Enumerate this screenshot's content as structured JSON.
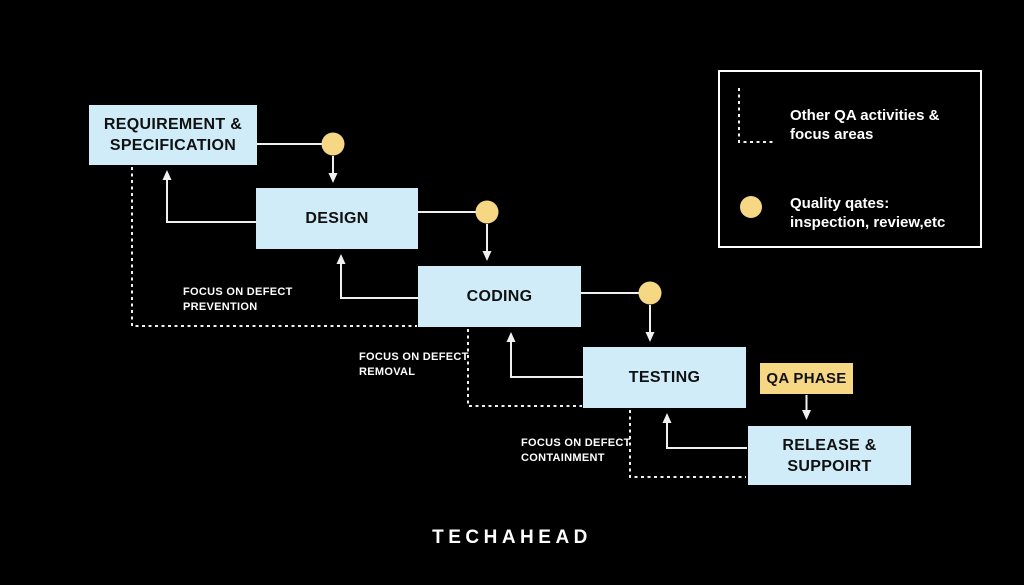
{
  "colors": {
    "background": "#000000",
    "phase_box_fill": "#cfecf8",
    "phase_box_text": "#111111",
    "accent_yellow": "#f6d784",
    "line": "#f0f0f0",
    "label_text": "#ffffff"
  },
  "phases": [
    {
      "id": "requirement",
      "label": "REQUIREMENT &\nSPECIFICATION"
    },
    {
      "id": "design",
      "label": "DESIGN"
    },
    {
      "id": "coding",
      "label": "CODING"
    },
    {
      "id": "testing",
      "label": "TESTING"
    },
    {
      "id": "release",
      "label": "RELEASE &\nSUPPOIRT"
    }
  ],
  "qa_phase": {
    "label": "QA PHASE"
  },
  "focus_labels": {
    "prevention": "FOCUS ON DEFECT\nPREVENTION",
    "removal": "FOCUS ON DEFECT\nREMOVAL",
    "containment": "FOCUS ON DEFECT\nCONTAINMENT"
  },
  "legend": {
    "dashed_item_label": "Other QA activities &\nfocus areas",
    "gate_item_label": "Quality qates:\ninspection, review,etc"
  },
  "logo_text": "TECHAHEAD"
}
